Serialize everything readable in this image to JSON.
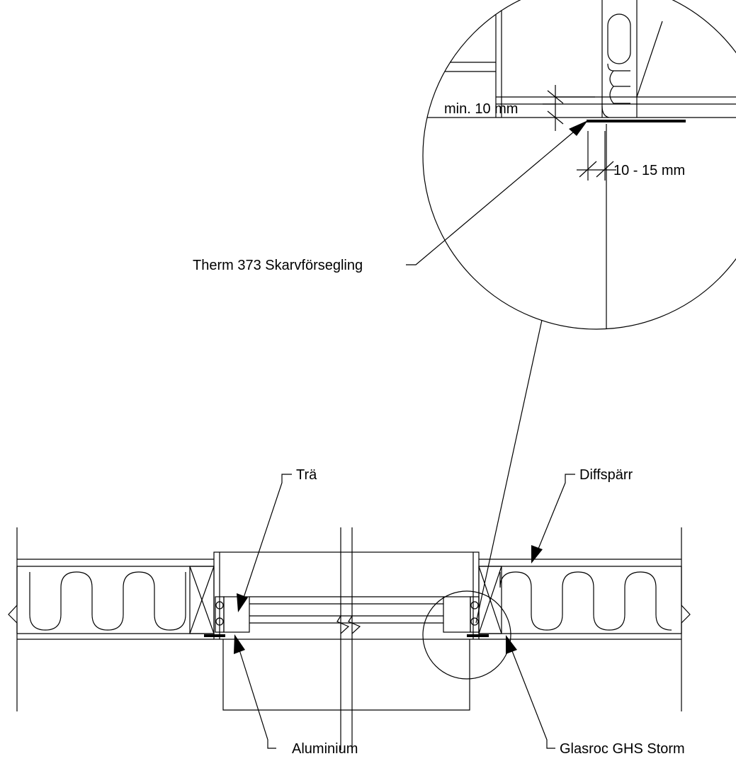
{
  "labels": {
    "min_gap": "min. 10 mm",
    "overlap": "10 - 15 mm",
    "sealant": "Therm 373 Skarvförsegling",
    "wood": "Trä",
    "vapor_barrier": "Diffspärr",
    "aluminium": "Aluminium",
    "board": "Glasroc GHS Storm"
  }
}
